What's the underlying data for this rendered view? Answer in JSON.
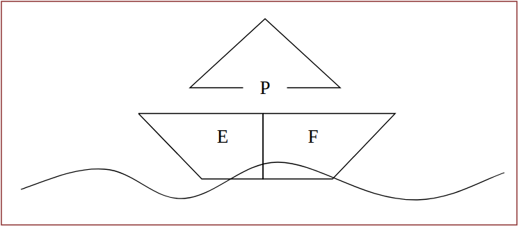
{
  "diagram": {
    "nodes": [
      {
        "text": [
          "P"
        ]
      },
      {
        "text": [
          "E"
        ]
      },
      {
        "text": [
          "F"
        ]
      }
    ]
  }
}
